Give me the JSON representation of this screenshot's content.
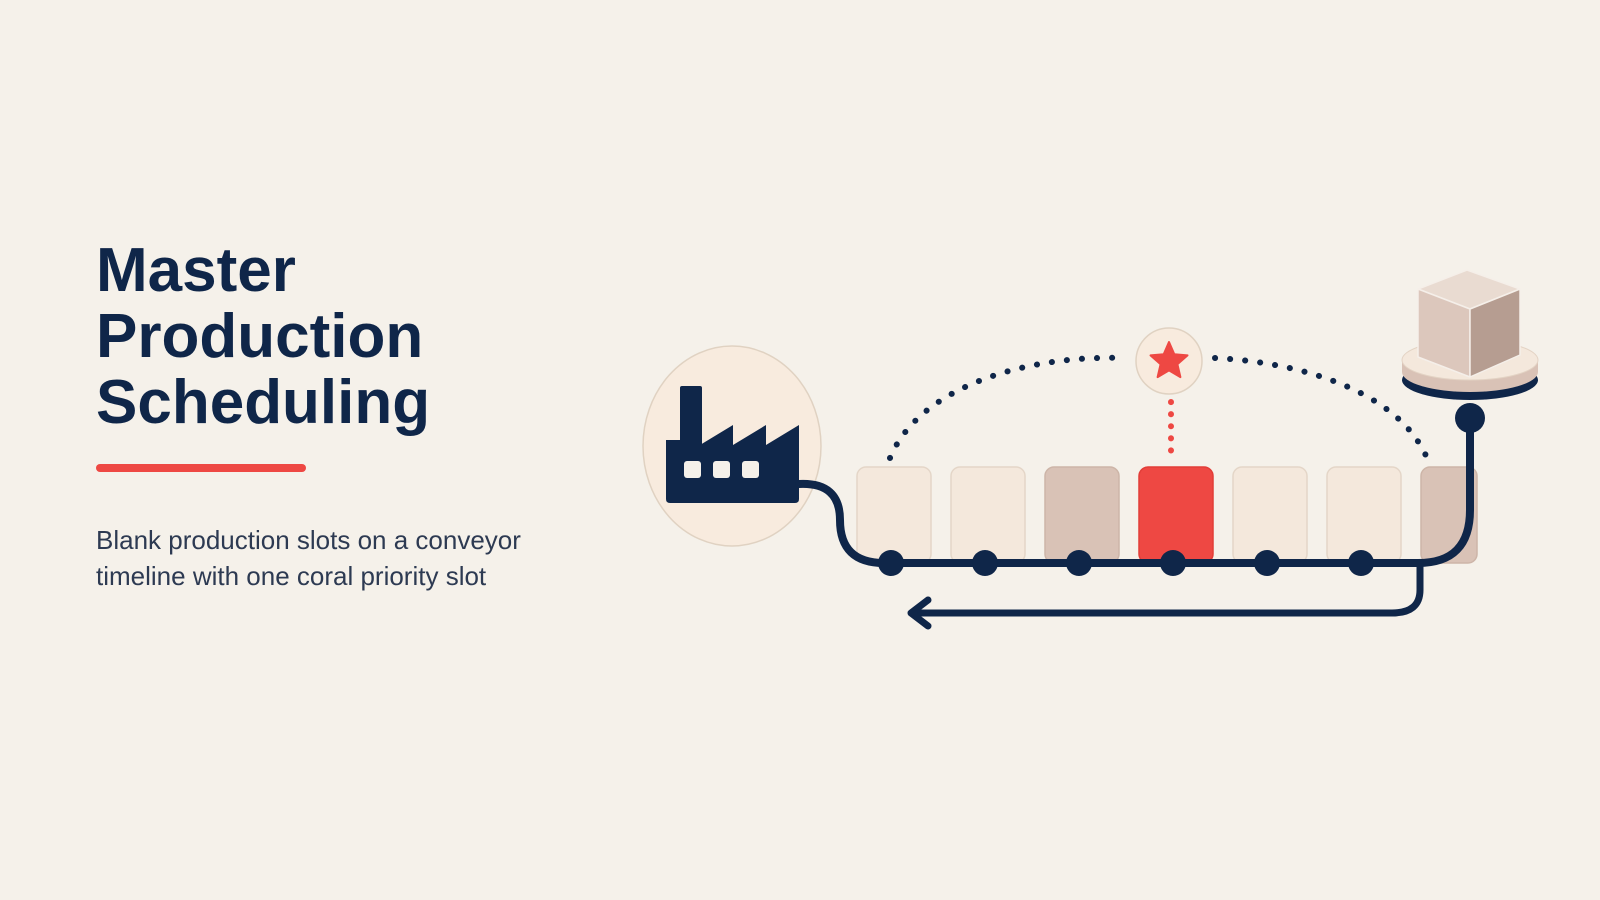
{
  "title": {
    "lines": [
      "Master",
      "Production",
      "Scheduling"
    ]
  },
  "subtitle": {
    "lines": [
      "Blank production slots on a conveyor",
      "timeline with one coral priority slot"
    ]
  },
  "colors": {
    "background": "#f5f1ea",
    "navy": "#0f2649",
    "coral": "#ee4843",
    "slot_light": "#f4e8dc",
    "slot_tan": "#d9c2b6",
    "box_light": "#dcc7bc",
    "box_dark": "#b69d91"
  },
  "diagram": {
    "slots": [
      {
        "tone": "light"
      },
      {
        "tone": "light"
      },
      {
        "tone": "tan"
      },
      {
        "tone": "coral",
        "priority": true
      },
      {
        "tone": "light"
      },
      {
        "tone": "light"
      },
      {
        "tone": "tan",
        "partial": true
      }
    ],
    "icons": {
      "source": "factory-icon",
      "priority_marker": "star-icon",
      "destination": "cube-icon",
      "return_arrow": "arrow-left-icon"
    }
  }
}
